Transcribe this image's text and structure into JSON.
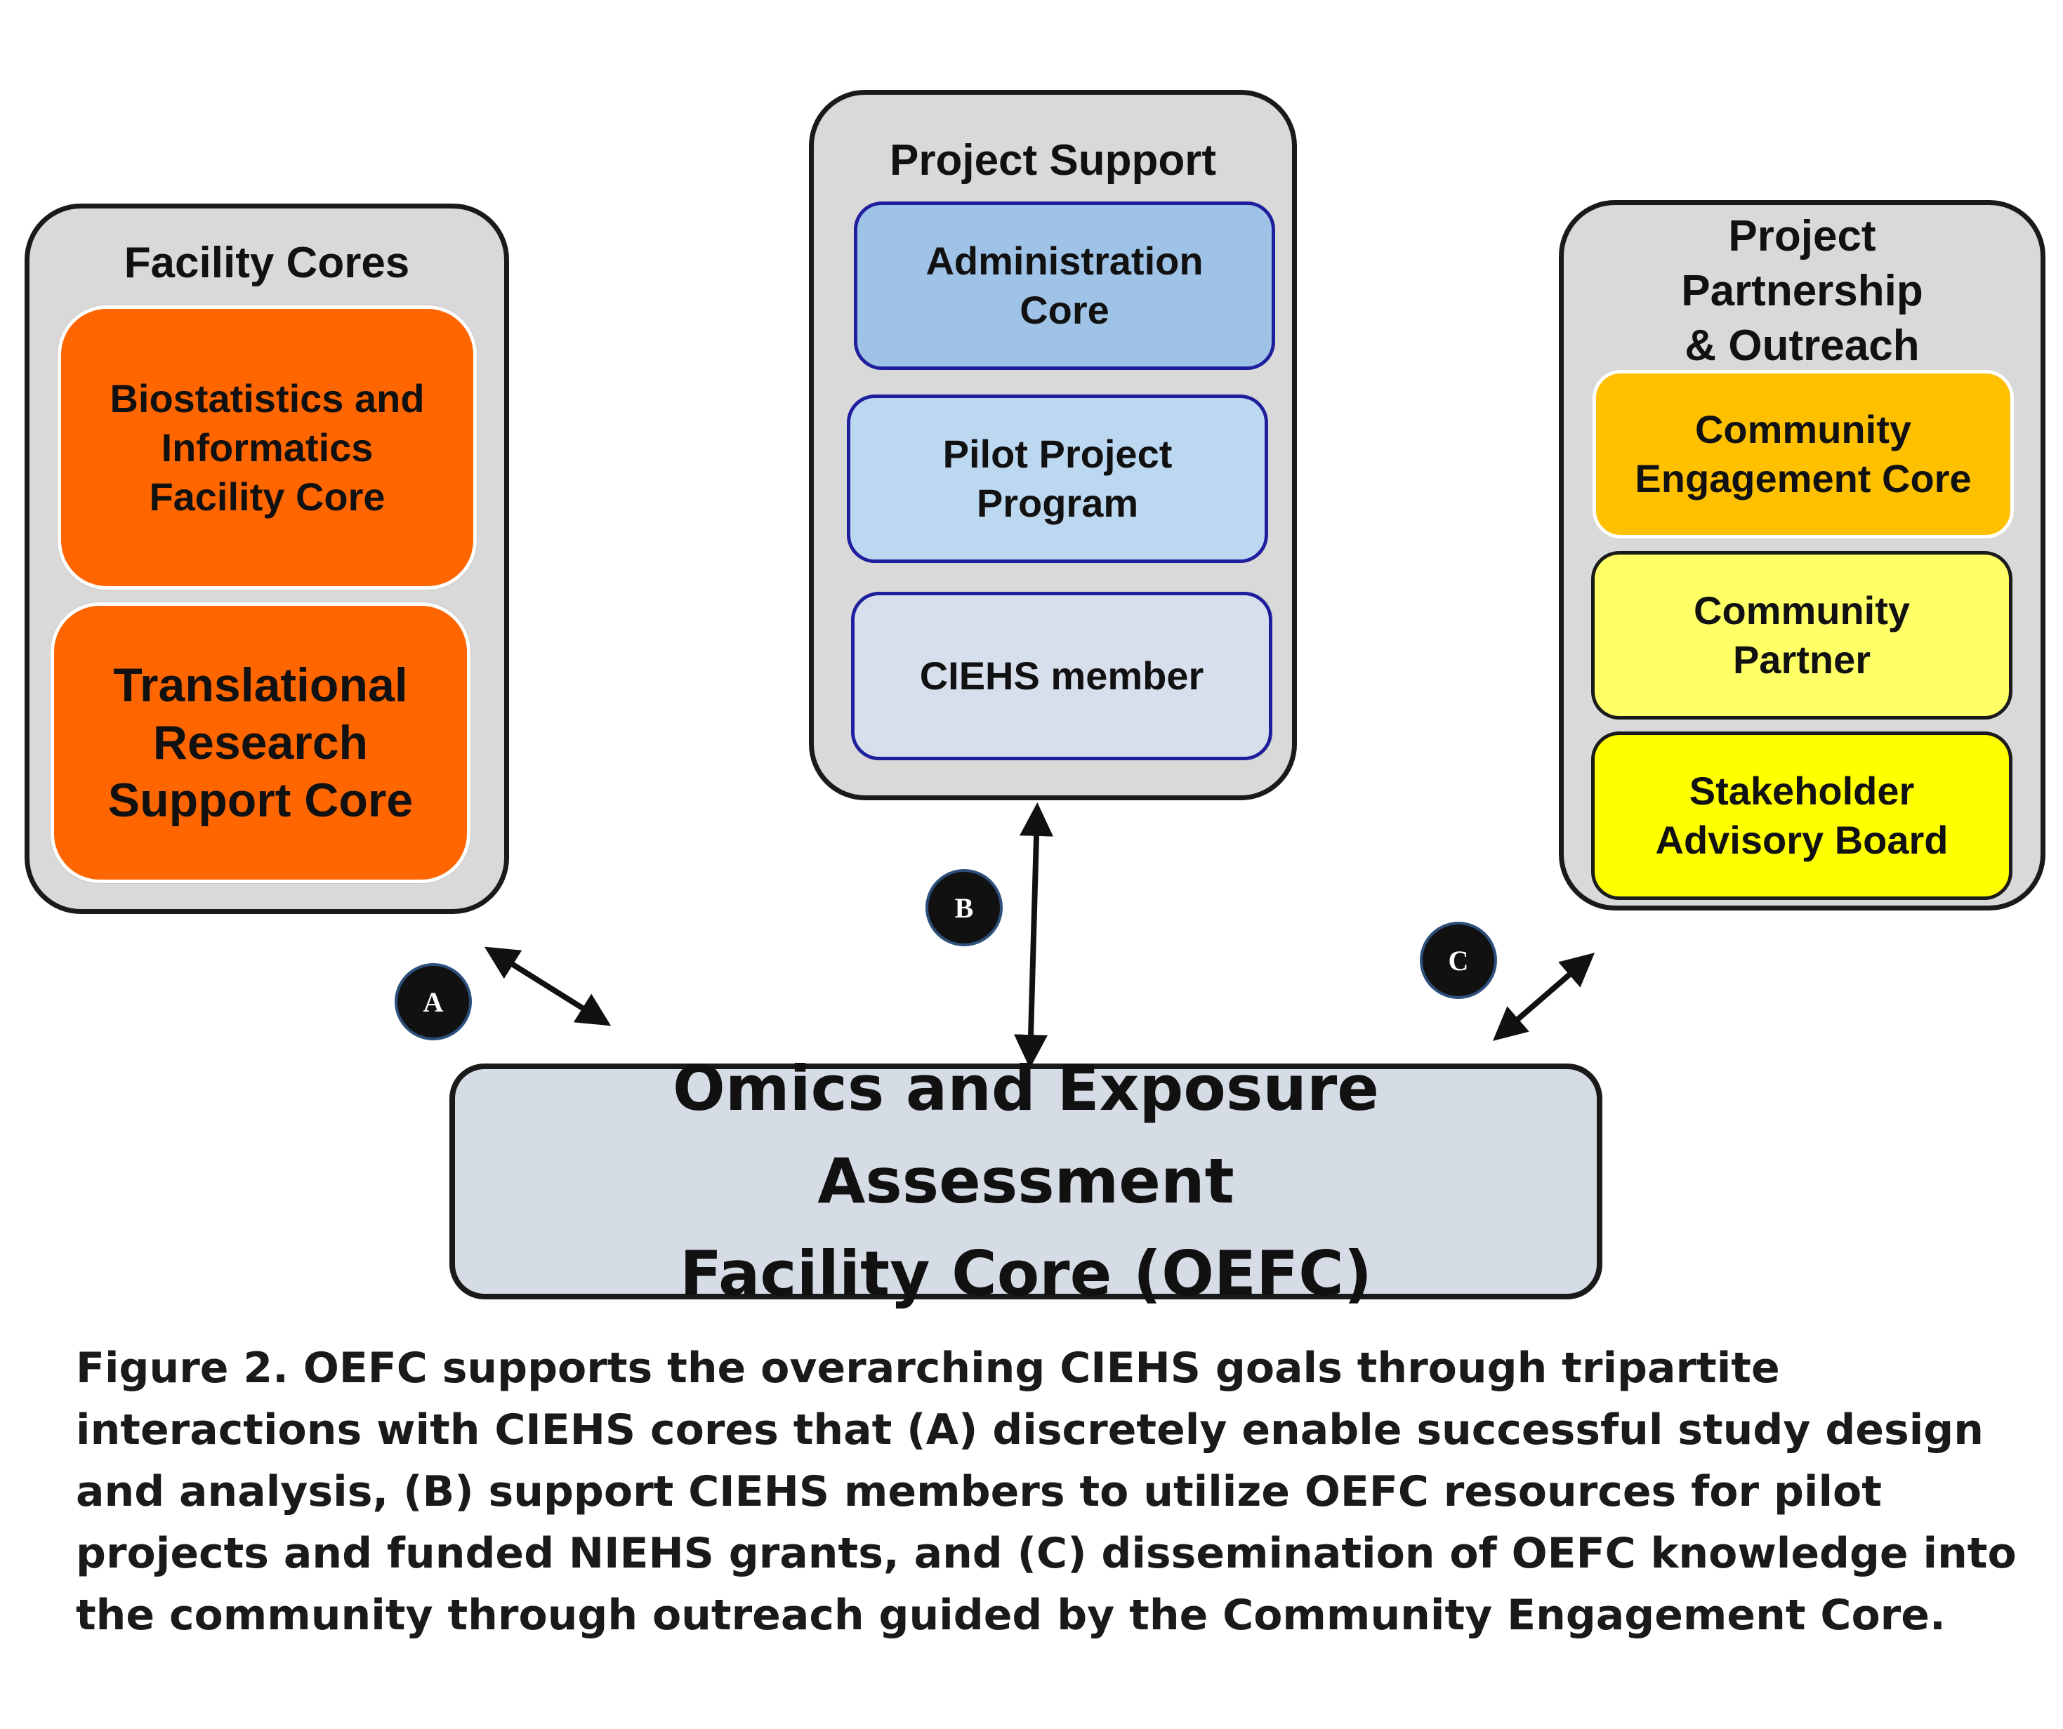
{
  "facility_cores": {
    "title": "Facility Cores",
    "items": [
      "Biostatistics and\nInformatics\nFacility Core",
      "Translational\nResearch\nSupport Core"
    ]
  },
  "project_support": {
    "title": "Project Support",
    "items": [
      "Administration\nCore",
      "Pilot Project\nProgram",
      "CIEHS member"
    ]
  },
  "partnership": {
    "title": "Project\nPartnership\n& Outreach",
    "items": [
      "Community\nEngagement Core",
      "Community\nPartner",
      "Stakeholder\nAdvisory Board"
    ]
  },
  "center": {
    "title": "Omics and Exposure Assessment\nFacility Core (OEFC)"
  },
  "badges": {
    "a": "A",
    "b": "B",
    "c": "C"
  },
  "caption": "Figure 2. OEFC supports the overarching CIEHS goals through tripartite interactions with CIEHS cores that (A) discretely enable successful study design and analysis, (B) support CIEHS members to utilize OEFC resources for pilot projects and funded NIEHS grants, and (C) dissemination of OEFC knowledge into the community through outreach guided by the Community Engagement Core.",
  "colors": {
    "facility_core_fill": "#ff6600",
    "administration_fill": "#9fc3e7",
    "pilot_fill": "#bcd7f0",
    "member_fill": "#d7dfec",
    "engagement_fill": "#ffc000",
    "partner_fill": "#ffff66",
    "advisory_fill": "#ffff00",
    "group_fill": "#d9d9d9",
    "center_fill": "#d6dce5"
  }
}
